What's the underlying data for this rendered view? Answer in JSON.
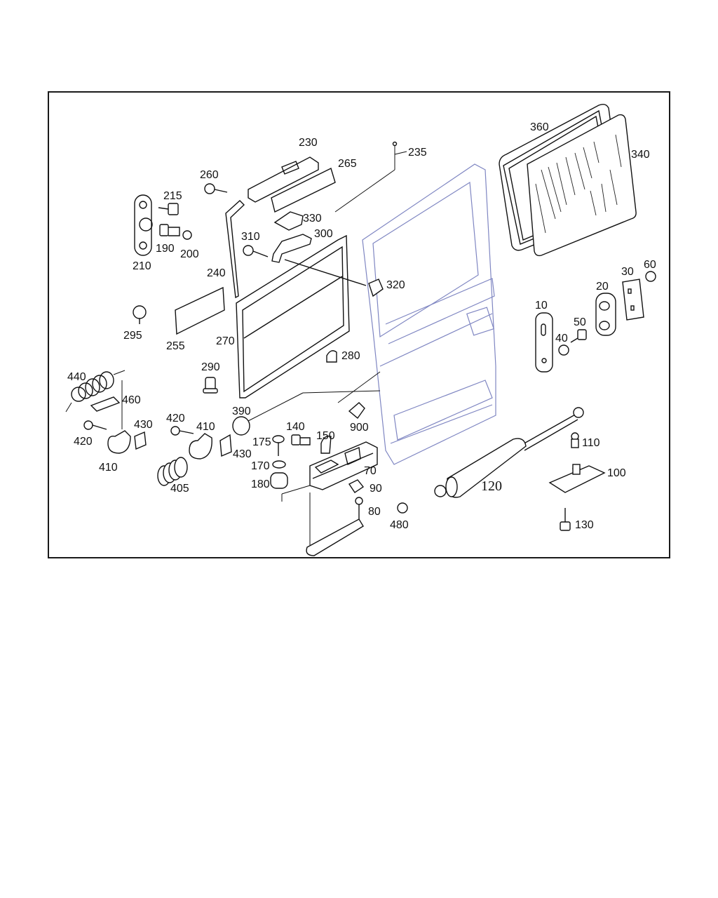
{
  "diagram": {
    "labels": {
      "p10": "10",
      "p20": "20",
      "p30": "30",
      "p40": "40",
      "p50": "50",
      "p60": "60",
      "p70": "70",
      "p80": "80",
      "p90": "90",
      "p100": "100",
      "p110": "110",
      "p120": "120",
      "p130": "130",
      "p140": "140",
      "p150": "150",
      "p170": "170",
      "p175": "175",
      "p180": "180",
      "p190": "190",
      "p200": "200",
      "p210": "210",
      "p215": "215",
      "p230": "230",
      "p235": "235",
      "p240": "240",
      "p255": "255",
      "p260": "260",
      "p265": "265",
      "p270": "270",
      "p280": "280",
      "p290": "290",
      "p295": "295",
      "p300": "300",
      "p310": "310",
      "p320": "320",
      "p330": "330",
      "p340": "340",
      "p360": "360",
      "p390": "390",
      "p405": "405",
      "p410a": "410",
      "p410b": "410",
      "p420a": "420",
      "p420b": "420",
      "p430a": "430",
      "p430b": "430",
      "p440": "440",
      "p460": "460",
      "p480": "480",
      "p900": "900"
    }
  }
}
